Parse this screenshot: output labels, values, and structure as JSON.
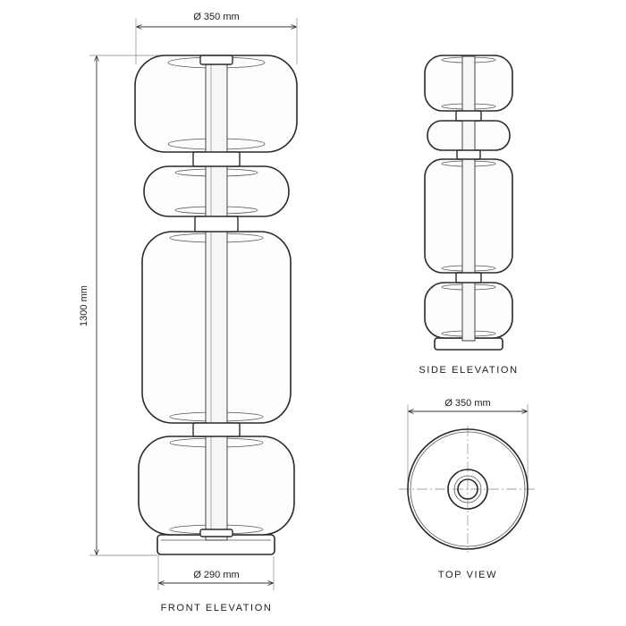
{
  "dimensions": {
    "front_width": "Ø 350 mm",
    "front_height": "1300 mm",
    "front_base": "Ø 290 mm",
    "top_width": "Ø 350 mm"
  },
  "captions": {
    "front": "FRONT ELEVATION",
    "side": "SIDE ELEVATION",
    "top": "TOP VIEW"
  }
}
